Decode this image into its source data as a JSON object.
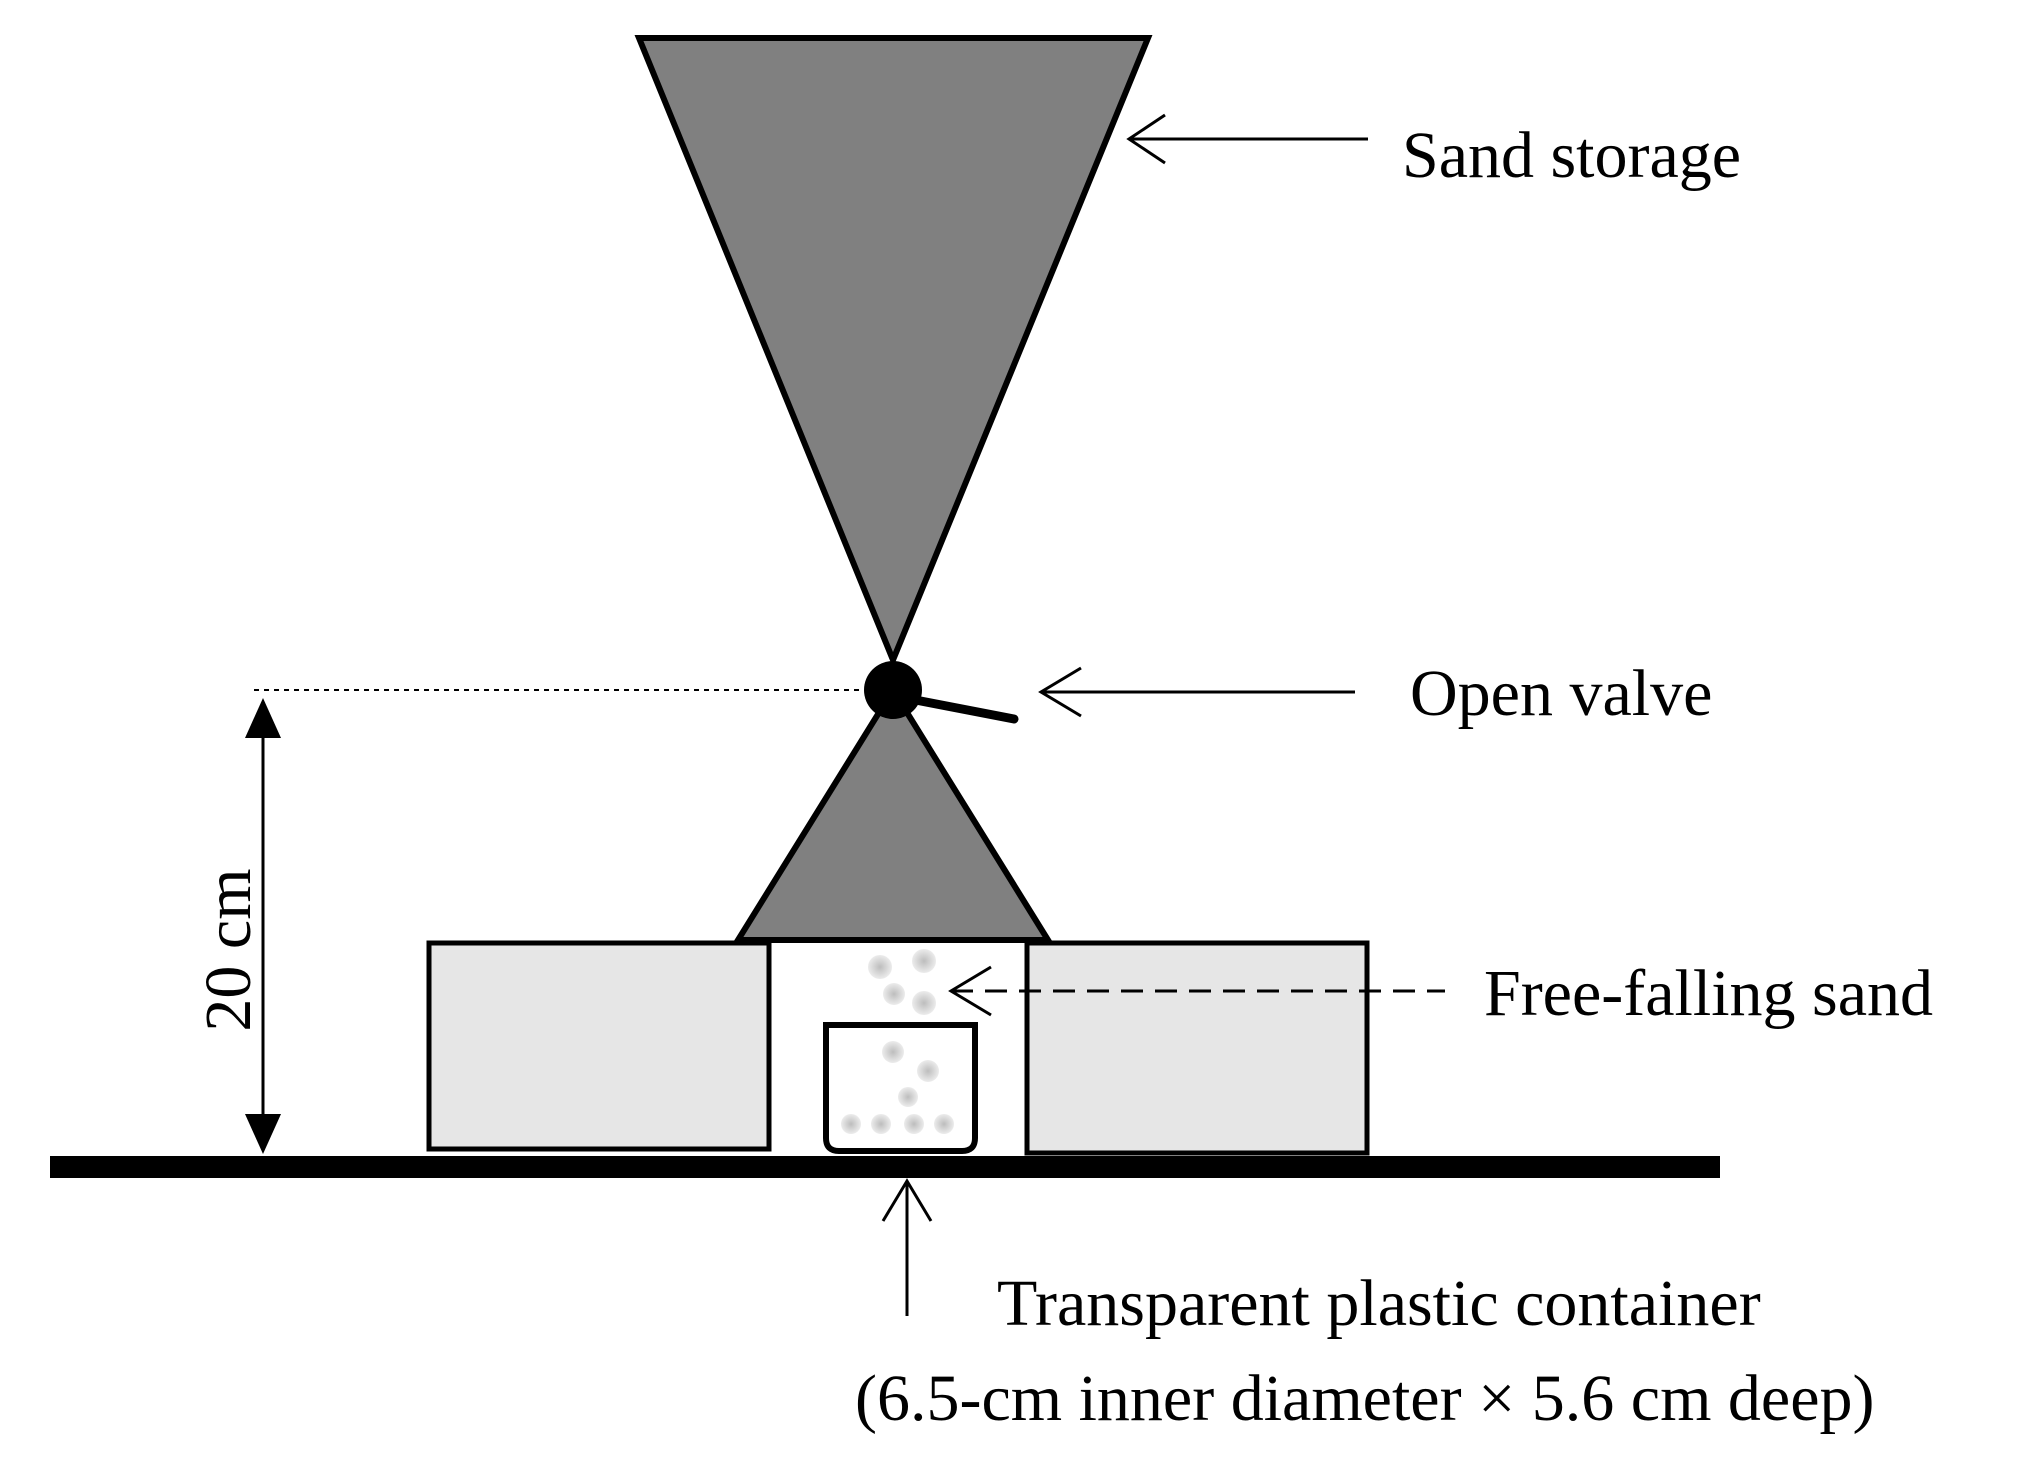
{
  "labels": {
    "sand_storage": "Sand storage",
    "open_valve": "Open valve",
    "free_falling_sand": "Free-falling sand",
    "container_line1": "Transparent plastic container",
    "container_line2": "(6.5-cm inner diameter × 5.6 cm deep)",
    "height_dimension": "20 cm"
  },
  "colors": {
    "hopper_fill": "#808080",
    "block_fill": "#e6e6e6",
    "sand_grain": "#d0d0d0",
    "line": "#000000"
  }
}
